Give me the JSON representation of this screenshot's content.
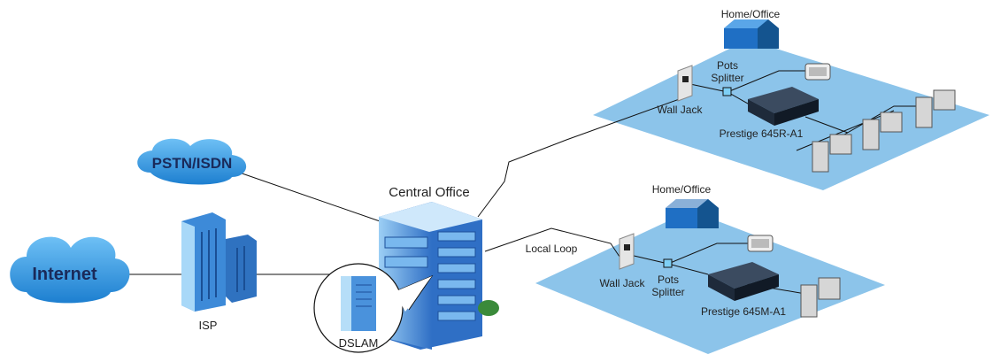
{
  "diagram": {
    "internet_label": "Internet",
    "pstn_label": "PSTN/ISDN",
    "isp_label": "ISP",
    "central_office_label": "Central Office",
    "dslam_label": "DSLAM",
    "local_loop_label": "Local Loop",
    "top_site": {
      "home_label": "Home/Office",
      "wall_jack_label": "Wall Jack",
      "splitter_line1": "Pots",
      "splitter_line2": "Splitter",
      "device_label": "Prestige 645R-A1"
    },
    "bottom_site": {
      "home_label": "Home/Office",
      "wall_jack_label": "Wall Jack",
      "splitter_line1": "Pots",
      "splitter_line2": "Splitter",
      "device_label": "Prestige 645M-A1"
    }
  },
  "colors": {
    "floor": "#8cc4ea",
    "cloud": "#2a8fd8",
    "building": "#3d7fd0",
    "house": "#1f6fc4",
    "modem": "#1e2a3a",
    "line": "#111111"
  }
}
